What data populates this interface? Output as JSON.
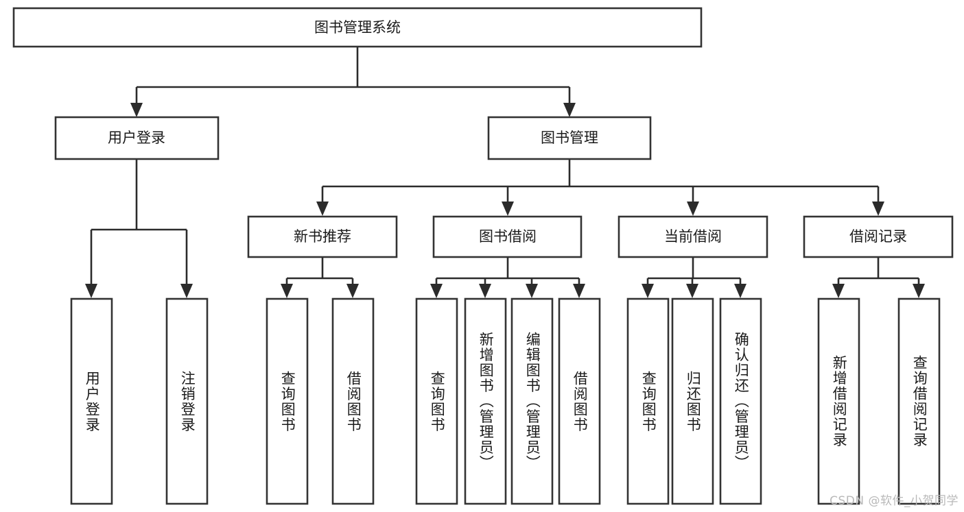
{
  "diagram": {
    "type": "tree-hierarchy-chart",
    "title": "图书管理系统",
    "watermark": "CSDN @软件_小贺同学",
    "colors": {
      "background": "#ffffff",
      "box_stroke": "#333333",
      "connector": "#2b2b2b",
      "text": "#1a1a1a",
      "watermark": "#b9b9b9"
    },
    "root": {
      "label": "图书管理系统",
      "level": 0
    },
    "level1": [
      {
        "label": "用户登录"
      },
      {
        "label": "图书管理"
      }
    ],
    "level2": [
      {
        "label": "新书推荐",
        "parent": "图书管理"
      },
      {
        "label": "图书借阅",
        "parent": "图书管理"
      },
      {
        "label": "当前借阅",
        "parent": "图书管理"
      },
      {
        "label": "借阅记录",
        "parent": "图书管理"
      }
    ],
    "leaves": {
      "用户登录": [
        {
          "label": "用户登录"
        },
        {
          "label": "注销登录"
        }
      ],
      "新书推荐": [
        {
          "label": "查询图书"
        },
        {
          "label": "借阅图书"
        }
      ],
      "图书借阅": [
        {
          "label": "查询图书"
        },
        {
          "label": "新增图书（管理员）"
        },
        {
          "label": "编辑图书（管理员）"
        },
        {
          "label": "借阅图书"
        }
      ],
      "当前借阅": [
        {
          "label": "查询图书"
        },
        {
          "label": "归还图书"
        },
        {
          "label": "确认归还（管理员）"
        }
      ],
      "借阅记录": [
        {
          "label": "新增借阅记录"
        },
        {
          "label": "查询借阅记录"
        }
      ]
    }
  }
}
